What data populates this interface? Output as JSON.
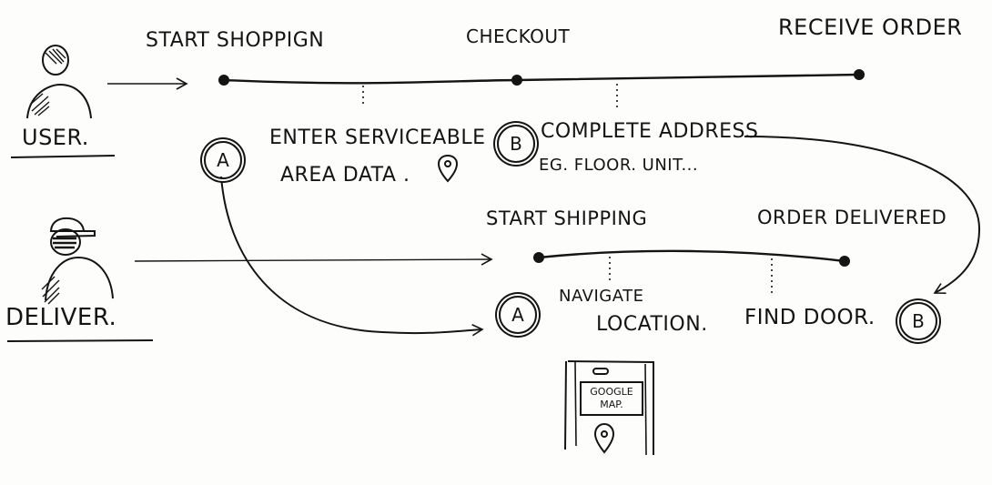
{
  "actors": {
    "user": "USER.",
    "deliver": "DELIVER."
  },
  "user_track": {
    "start": "START SHOPPIGN",
    "checkout": "CHECKOUT",
    "receive": "RECEIVE ORDER"
  },
  "user_notes": {
    "a_marker": "A",
    "a_line1": "ENTER SERVICEABLE",
    "a_line2": "AREA DATA .",
    "b_marker": "B",
    "b_line1": "COMPLETE ADDRESS",
    "b_line2": "EG. FLOOR. UNIT..."
  },
  "deliver_track": {
    "start": "START SHIPPING",
    "delivered": "ORDER DELIVERED"
  },
  "deliver_notes": {
    "a_marker": "A",
    "navigate1": "NAVIGATE",
    "navigate2": "LOCATION.",
    "find_door": "FIND DOOR.",
    "b_marker": "B"
  },
  "phone": {
    "line1": "GOOGLE",
    "line2": "MAP."
  },
  "colors": {
    "ink": "#141414",
    "paper": "#fdfdfb"
  },
  "icons": [
    "user-figure-icon",
    "delivery-person-icon",
    "location-pin-icon",
    "phone-icon"
  ]
}
